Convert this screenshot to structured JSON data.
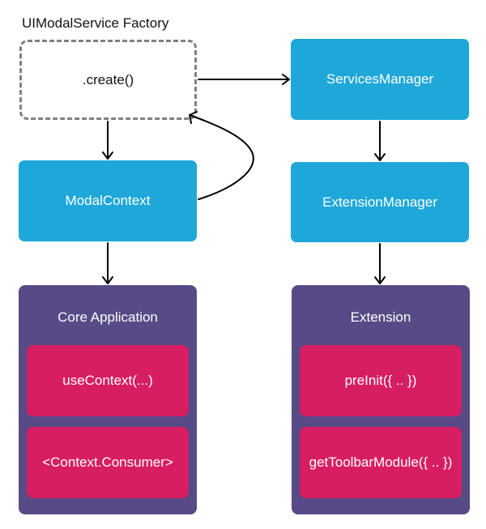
{
  "diagram": {
    "factory_title": "UIModalService Factory",
    "create_label": ".create()",
    "services_manager_label": "ServicesManager",
    "modal_context_label": "ModalContext",
    "extension_manager_label": "ExtensionManager",
    "core_app": {
      "title": "Core Application",
      "items": [
        "useContext(...)",
        "<Context.Consumer>"
      ]
    },
    "extension": {
      "title": "Extension",
      "items": [
        "preInit({ .. })",
        "getToolbarModule({ .. })"
      ]
    }
  },
  "colors": {
    "node_blue": "#1ea7d9",
    "group_purple": "#574a86",
    "item_pink": "#d81e63",
    "dashed_border": "#808080"
  }
}
